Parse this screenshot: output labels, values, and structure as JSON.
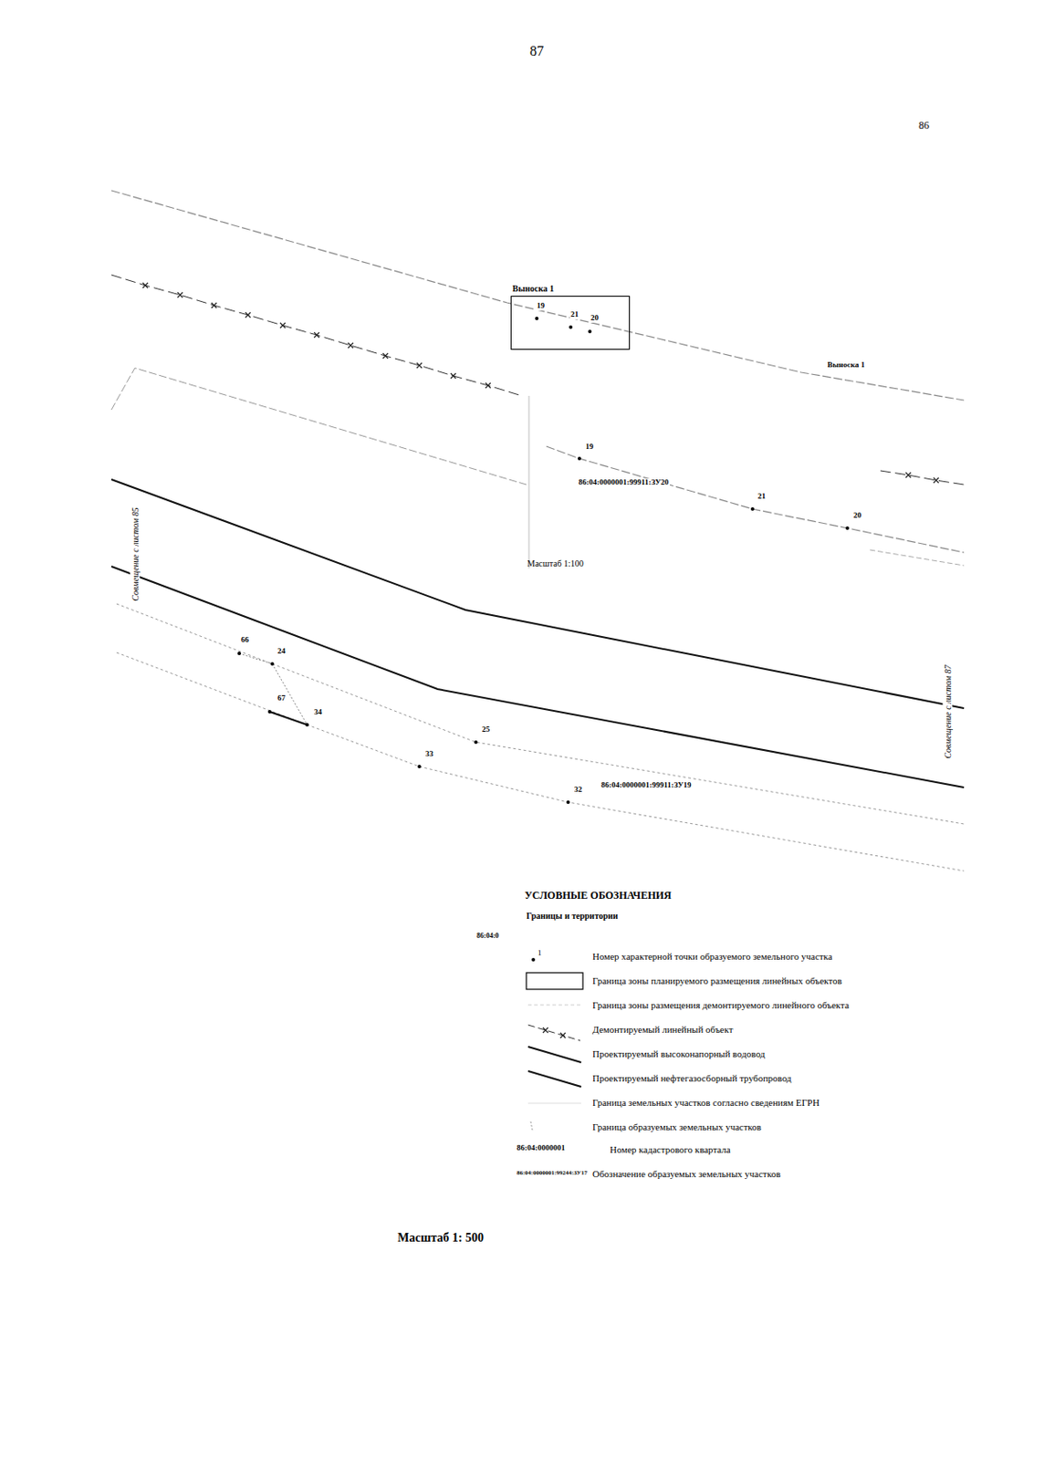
{
  "diagram": {
    "nodes": [
      {
        "text": [
          "Выноска 1"
        ]
      }
    ],
    "labels": [
      "87",
      "86",
      "19",
      "21",
      "20",
      "Выноска 1",
      "19",
      "21",
      "20",
      "86:04:0000001:99911:ЗУ20",
      "Масштаб 1:100",
      "Совмещение с листом 85",
      "66",
      "24",
      "67",
      "34",
      "25",
      "33",
      "32",
      "86:04:0000001:99911:ЗУ19",
      "Совмещение с листом 87",
      "УСЛОВНЫЕ ОБОЗНАЧЕНИЯ",
      "Границы и территории",
      "86:04:0",
      "1",
      "86:04:0000001",
      "86:04:0000001:99244:ЗУ17",
      "Масштаб 1: 500"
    ],
    "legend": [
      {
        "text": "Номер характерной точки образуемого земельного участка"
      },
      {
        "text": "Граница зоны планируемого размещения линейных объектов"
      },
      {
        "text": "Граница зоны размещения демонтируемого линейного объекта"
      },
      {
        "text": "Демонтируемый линейный объект"
      },
      {
        "text": "Проектируемый высоконапорный водовод"
      },
      {
        "text": "Проектируемый нефтегазосборный трубопровод"
      },
      {
        "text": "Граница земельных участков согласно сведениям ЕГРН"
      },
      {
        "text": "Граница образуемых земельных участков"
      },
      {
        "text": "Номер кадастрового квартала"
      },
      {
        "text": "Обозначение образуемых земельных участков"
      }
    ]
  }
}
